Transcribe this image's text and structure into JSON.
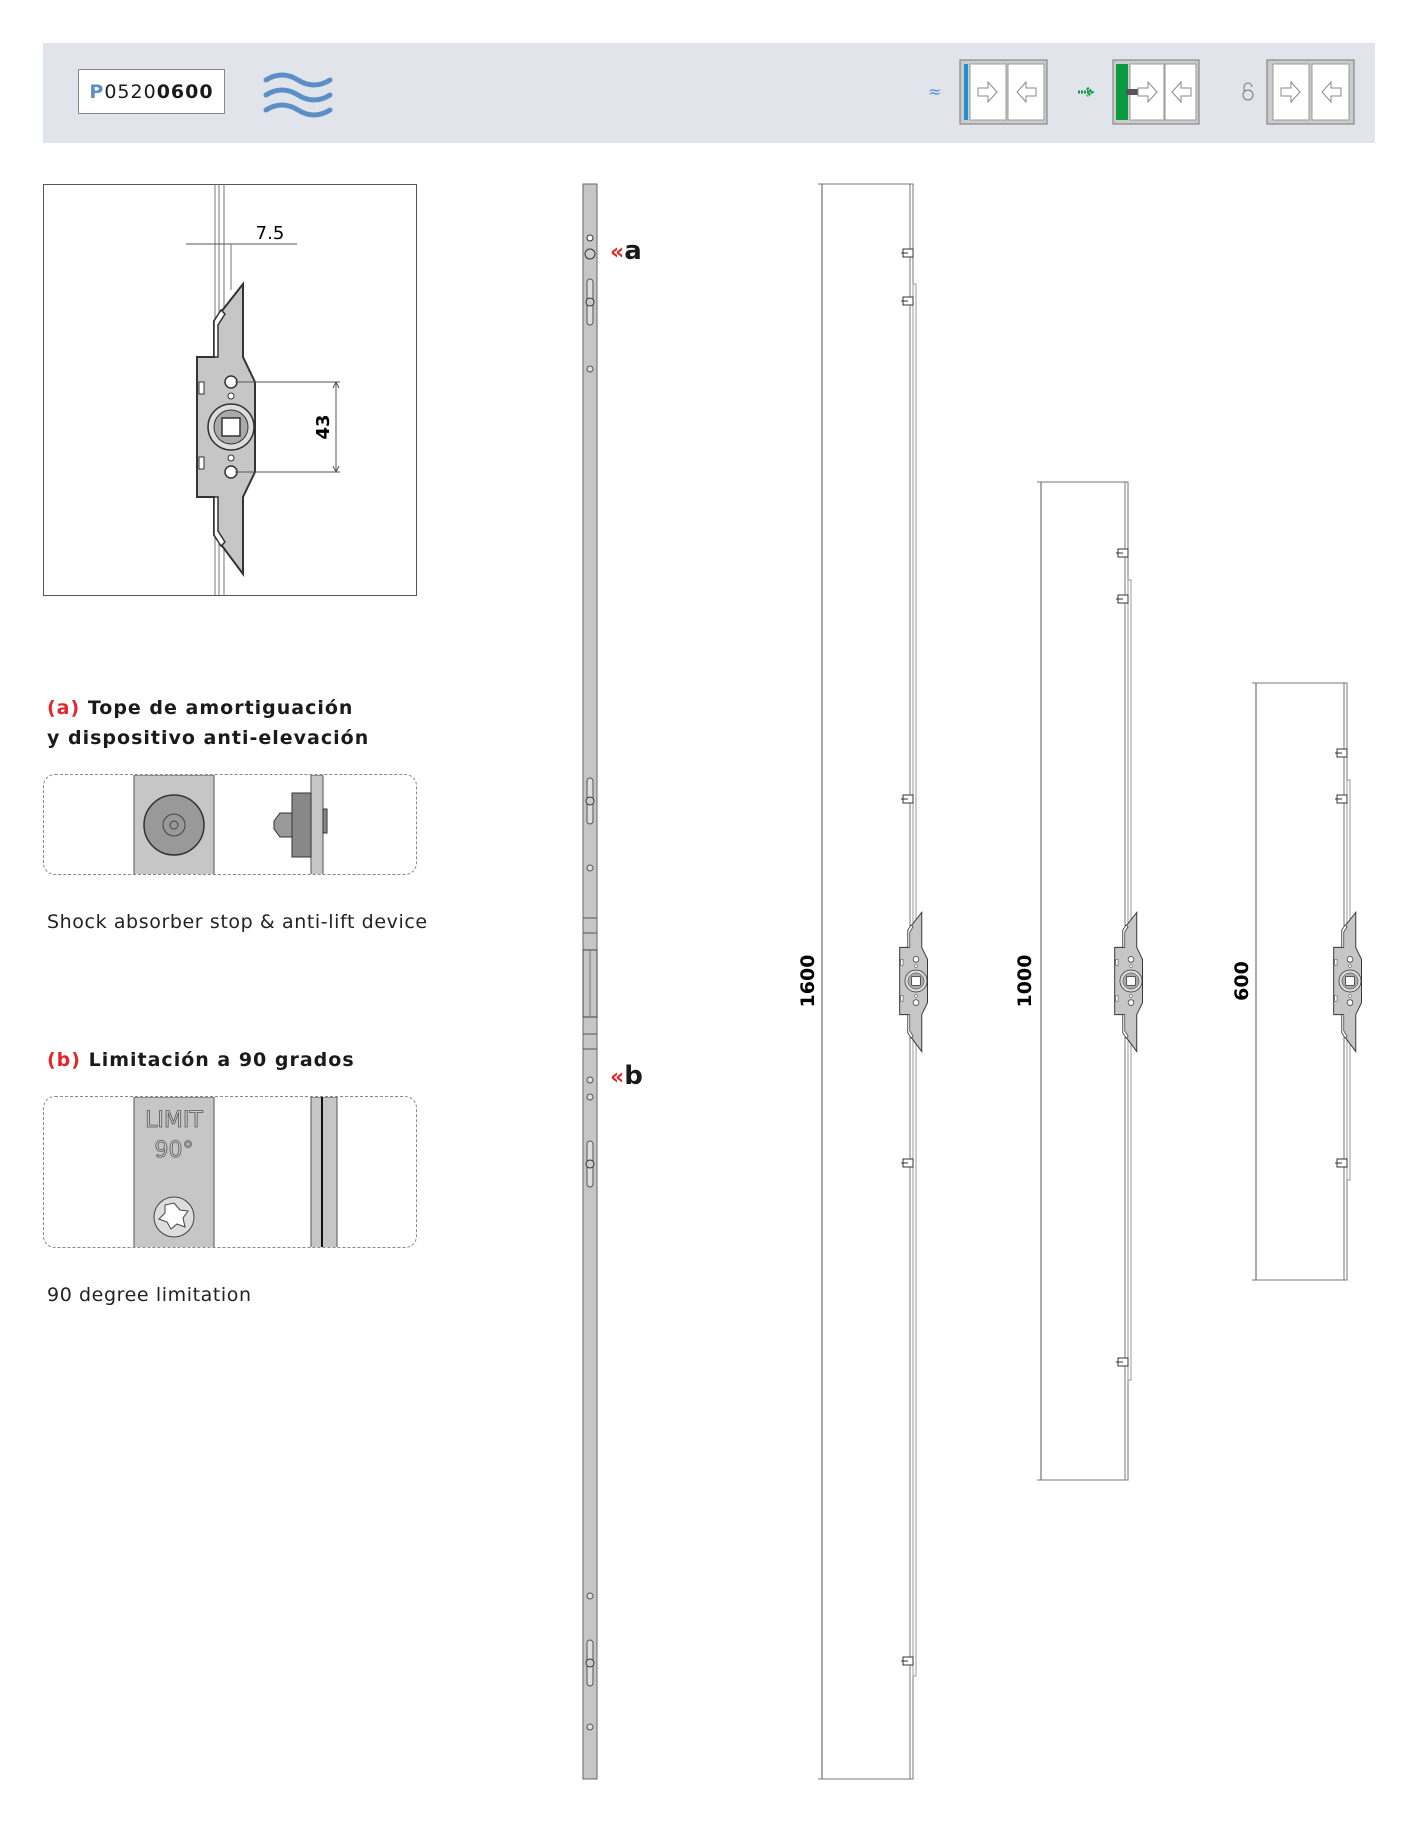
{
  "header": {
    "product_code_prefix": "P",
    "product_code_mid": "0520",
    "product_code_suffix": "0600",
    "icons": [
      "waves-icon",
      "damping-window-icon",
      "push-window-icon",
      "lock-window-icon"
    ],
    "accent_blue": "#5b8fc6",
    "window_blue": "#1e90d6",
    "window_green": "#0a9a44"
  },
  "detail": {
    "dim_width": "7.5",
    "dim_height": "43"
  },
  "section_a": {
    "marker": "(a)",
    "title_line1": "Tope de amortiguación",
    "title_line2": "y dispositivo anti-elevación",
    "caption": "Shock absorber stop & anti-lift device"
  },
  "section_b": {
    "marker": "(b)",
    "title": "Limitación a 90 grados",
    "caption": "90 degree limitation",
    "plate_text_line1": "LIMIT",
    "plate_text_line2": "90°"
  },
  "strip": {
    "marker_a": "a",
    "marker_b": "b",
    "marker_glyph": "«"
  },
  "drawings": [
    {
      "length": "1600"
    },
    {
      "length": "1000"
    },
    {
      "length": "600"
    }
  ],
  "accent_red": "#e3262b"
}
